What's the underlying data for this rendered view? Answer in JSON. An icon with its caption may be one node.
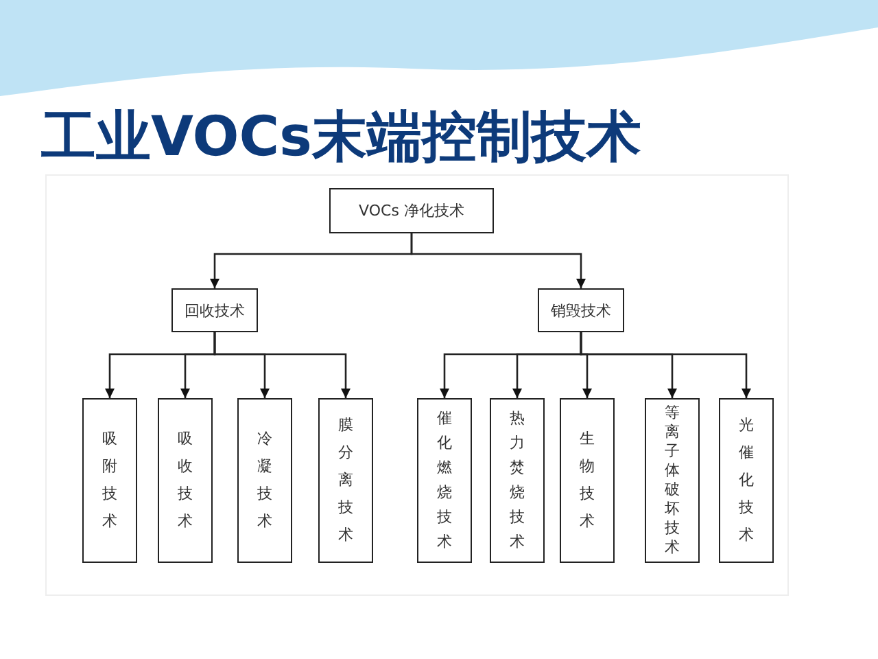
{
  "diagram": {
    "title": "工业VOCs末端控制技术",
    "nodes": [
      {
        "text": [
          "VOCs 净化技术"
        ]
      },
      {
        "text": [
          "回收技术"
        ]
      },
      {
        "text": [
          "销毁技术"
        ]
      },
      {
        "text": [
          "吸附技术"
        ]
      },
      {
        "text": [
          "吸收技术"
        ]
      },
      {
        "text": [
          "冷凝技术"
        ]
      },
      {
        "text": [
          "膜分离技术"
        ]
      },
      {
        "text": [
          "催化燃烧技术"
        ]
      },
      {
        "text": [
          "热力焚烧技术"
        ]
      },
      {
        "text": [
          "生物技术"
        ]
      },
      {
        "text": [
          "等离子体破坏技术"
        ]
      },
      {
        "text": [
          "光催化技术"
        ]
      }
    ],
    "edges": [
      {
        "from": 0,
        "to": 1,
        "arrow": "to"
      },
      {
        "from": 0,
        "to": 2,
        "arrow": "to"
      },
      {
        "from": 1,
        "to": 3,
        "arrow": "to"
      },
      {
        "from": 1,
        "to": 4,
        "arrow": "to"
      },
      {
        "from": 1,
        "to": 5,
        "arrow": "to"
      },
      {
        "from": 1,
        "to": 6,
        "arrow": "to"
      },
      {
        "from": 2,
        "to": 7,
        "arrow": "to"
      },
      {
        "from": 2,
        "to": 8,
        "arrow": "to"
      },
      {
        "from": 2,
        "to": 9,
        "arrow": "to"
      },
      {
        "from": 2,
        "to": 10,
        "arrow": "to"
      },
      {
        "from": 2,
        "to": 11,
        "arrow": "to"
      }
    ]
  }
}
